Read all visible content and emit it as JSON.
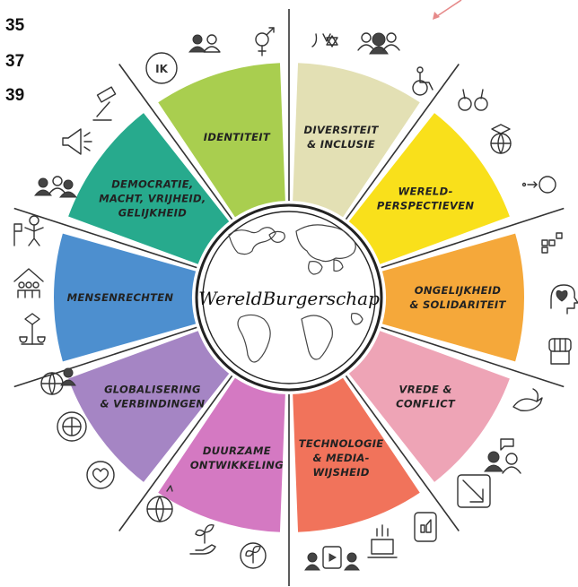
{
  "page_numbers": [
    "35",
    "37",
    "39"
  ],
  "center": {
    "title": "WereldBurgerschap"
  },
  "segments": [
    {
      "key": "diversiteit",
      "label_lines": [
        "DIVERSITEIT",
        "& INCLUSIE"
      ],
      "color": "#E3E0B4"
    },
    {
      "key": "wereldperspectieven",
      "label_lines": [
        "WERELD-",
        "PERSPECTIEVEN"
      ],
      "color": "#F9E01B"
    },
    {
      "key": "ongelijkheid",
      "label_lines": [
        "ONGELIJKHEID",
        "& SOLIDARITEIT"
      ],
      "color": "#F5A83A"
    },
    {
      "key": "vrede",
      "label_lines": [
        "VREDE &",
        "CONFLICT"
      ],
      "color": "#EEA4B6"
    },
    {
      "key": "technologie",
      "label_lines": [
        "TECHNOLOGIE",
        "& MEDIA-",
        "WIJSHEID"
      ],
      "color": "#F1735B"
    },
    {
      "key": "duurzame",
      "label_lines": [
        "DUURZAME",
        "ONTWIKKELING"
      ],
      "color": "#D479C2"
    },
    {
      "key": "globalisering",
      "label_lines": [
        "GLOBALISERING",
        "& VERBINDINGEN"
      ],
      "color": "#A585C4"
    },
    {
      "key": "mensenrechten",
      "label_lines": [
        "MENSENRECHTEN"
      ],
      "color": "#4D8FCF"
    },
    {
      "key": "democratie",
      "label_lines": [
        "DEMOCRATIE,",
        "MACHT, VRIJHEID,",
        "GELIJKHEID"
      ],
      "color": "#27AA8D"
    },
    {
      "key": "identiteit",
      "label_lines": [
        "IDENTITEIT"
      ],
      "color": "#A9CE4F"
    }
  ],
  "icons": [
    {
      "name": "ik-circle-icon",
      "text": "IK"
    },
    {
      "name": "people-pair-icon"
    },
    {
      "name": "gender-symbols-icon"
    },
    {
      "name": "religion-symbols-icon"
    },
    {
      "name": "diverse-people-icon"
    },
    {
      "name": "wheelchair-icon"
    },
    {
      "name": "binoculars-icon"
    },
    {
      "name": "graduate-globe-icon"
    },
    {
      "name": "perspective-arrow-icon"
    },
    {
      "name": "bar-blocks-icon"
    },
    {
      "name": "heart-head-icon"
    },
    {
      "name": "raised-fist-icon"
    },
    {
      "name": "dove-icon"
    },
    {
      "name": "dialogue-people-icon"
    },
    {
      "name": "arrow-down-right-icon"
    },
    {
      "name": "tablet-like-icon"
    },
    {
      "name": "laptop-icon"
    },
    {
      "name": "video-viewers-icon"
    },
    {
      "name": "seedling-cycle-icon"
    },
    {
      "name": "plant-hand-icon"
    },
    {
      "name": "globe-gears-icon"
    },
    {
      "name": "heart-globe-icon"
    },
    {
      "name": "un-emblem-icon"
    },
    {
      "name": "globe-person-icon"
    },
    {
      "name": "justice-pillar-icon"
    },
    {
      "name": "holding-hands-house-icon"
    },
    {
      "name": "person-with-flag-icon"
    },
    {
      "name": "group-people-icon"
    },
    {
      "name": "megaphone-icon"
    },
    {
      "name": "gavel-icon"
    }
  ],
  "pointer_color": "#E68A8A"
}
